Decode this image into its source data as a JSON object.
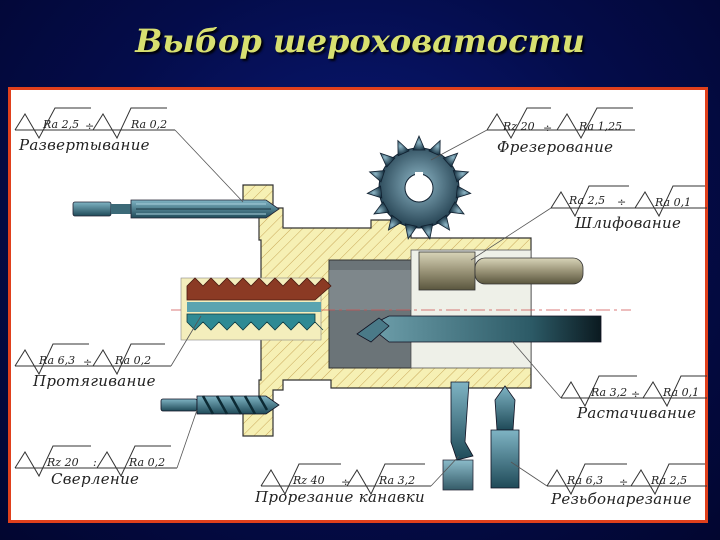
{
  "title": "Выбор шероховатости",
  "operations": [
    {
      "id": "reaming",
      "name": "Развертывание",
      "rough": "Ra 2,5",
      "sep": "÷",
      "fine": "Ra 0,2"
    },
    {
      "id": "milling",
      "name": "Фрезерование",
      "rough": "Rz 20",
      "sep": "÷",
      "fine": "Ra 1,25"
    },
    {
      "id": "grinding",
      "name": "Шлифование",
      "rough": "Ra 2,5",
      "sep": "÷",
      "fine": "Ra 0,1"
    },
    {
      "id": "broaching",
      "name": "Протягивание",
      "rough": "Ra 6,3",
      "sep": "÷",
      "fine": "Ra 0,2"
    },
    {
      "id": "boring",
      "name": "Растачивание",
      "rough": "Ra 3,2",
      "sep": "÷",
      "fine": "Ra 0,1"
    },
    {
      "id": "drilling",
      "name": "Сверление",
      "rough": "Rz 20",
      "sep": ":",
      "fine": "Ra 0,2"
    },
    {
      "id": "grooving",
      "name": "Прорезание канавки",
      "rough": "Rz 40",
      "sep": "÷",
      "fine": "Ra 3,2"
    },
    {
      "id": "threading",
      "name": "Резьбонарезание",
      "rough": "Ra 6,3",
      "sep": "÷",
      "fine": "Ra 2,5"
    }
  ],
  "colors": {
    "background": "#040c4a",
    "title": "#d8e070",
    "frame": "#e0401c",
    "part": "#f5efb0",
    "tool": "#2a6f80"
  }
}
